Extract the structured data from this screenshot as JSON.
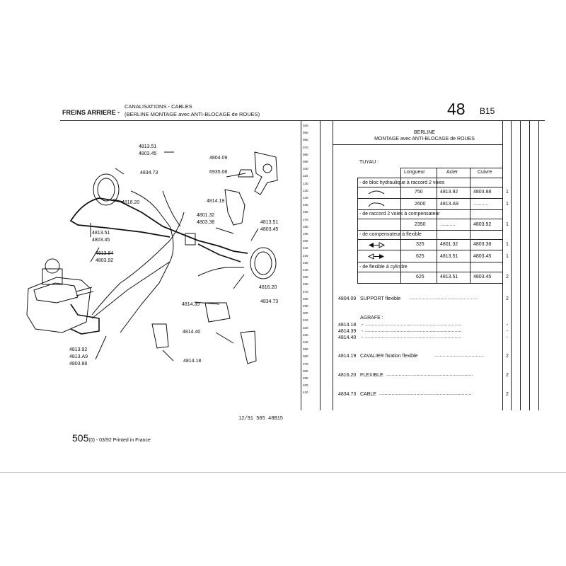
{
  "header": {
    "section": "FREINS ARRIERE -",
    "line1": "CANALISATIONS - CABLES",
    "line2": "(BERLINE MONTAGE avec ANTI-BLOCAGE de ROUES)",
    "group_number": "48",
    "group_code": "B15"
  },
  "table_title": {
    "line1": "BERLINE",
    "line2": "MONTAGE avec ANTI-BLOCAGE de ROUES"
  },
  "line_codes": [
    "040",
    "050",
    "060",
    "070",
    "080",
    "090",
    "100",
    "110",
    "120",
    "130",
    "140",
    "150",
    "160",
    "170",
    "180",
    "190",
    "200",
    "210",
    "220",
    "230",
    "240",
    "250",
    "260",
    "270",
    "280",
    "290",
    "300",
    "310",
    "320",
    "330",
    "340",
    "350",
    "360",
    "370",
    "380",
    "390",
    "400",
    "410"
  ],
  "tuyau": {
    "label": "TUYAU :",
    "col_headers": [
      "Longueur",
      "Acier",
      "Cuivre"
    ],
    "groups": [
      {
        "title": "- de bloc hydraulique à raccord 2 voies",
        "rows": [
          {
            "length": "750",
            "acier": "4813.92",
            "cuivre": "4803.88",
            "qty": "1"
          },
          {
            "length": "2600",
            "acier": "4813.A9",
            "cuivre": "...........",
            "qty": "1"
          }
        ]
      },
      {
        "title": "- de raccord 2 voies à compensateur",
        "rows": [
          {
            "length": "2350",
            "acier": "...........",
            "cuivre": "4803.92",
            "qty": "1"
          }
        ]
      },
      {
        "title": "- de compensateur à flexible",
        "rows": [
          {
            "length": "325",
            "acier": "4801.32",
            "cuivre": "4803.38",
            "qty": "1"
          },
          {
            "length": "625",
            "acier": "4813.51",
            "cuivre": "4803.45",
            "qty": "1"
          }
        ]
      },
      {
        "title": "- de flexible à cylindre",
        "rows": [
          {
            "length": "625",
            "acier": "4813.51",
            "cuivre": "4803.45",
            "qty": "2"
          }
        ]
      }
    ]
  },
  "parts": [
    {
      "ref": "4804.09",
      "desc": "SUPPORT flexible",
      "qty": "2"
    },
    {
      "ref": "",
      "desc": "AGRAFE :",
      "qty": ""
    },
    {
      "ref": "4814.18",
      "desc": "-",
      "qty": "-"
    },
    {
      "ref": "4814.39",
      "desc": "-",
      "qty": "-"
    },
    {
      "ref": "4814.40",
      "desc": "-",
      "qty": "-"
    },
    {
      "ref": "4814.19",
      "desc": "CAVALIER fixation flexible",
      "qty": "2"
    },
    {
      "ref": "4816.20",
      "desc": "FLEXIBLE",
      "qty": "2"
    },
    {
      "ref": "4834.73",
      "desc": "CABLE",
      "qty": "2"
    }
  ],
  "callouts": {
    "c1a": "4813.51",
    "c1b": "4803.45",
    "c2": "4804.09",
    "c3": "6935.08",
    "c4": "4834.73",
    "c5": "4816.20",
    "c6": "4814.19",
    "c7a": "4801.32",
    "c7b": "4803.38",
    "c8a": "4813.51",
    "c8b": "4803.45",
    "c9a": "4813.51",
    "c9b": "4803.45",
    "c10a": "4813.94",
    "c10b": "4803.92",
    "c11": "4816.20",
    "c12": "4834.73",
    "c13": "4814.39",
    "c14": "4814.40",
    "c15": "4814.18",
    "c16a": "4813.92",
    "c16b": "4813.A9",
    "c16c": "4803.88"
  },
  "drawing_ref": "12/91 505 48B15",
  "footer": {
    "model": "505",
    "suffix": "(0) - 03/92 Printed in France"
  }
}
